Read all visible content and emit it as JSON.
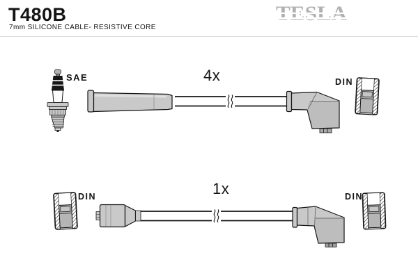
{
  "header": {
    "part_number": "T480B",
    "subtitle": "7mm SILICONE CABLE- RESISTIVE CORE",
    "brand": "TESLA"
  },
  "diagram": {
    "top_row": {
      "plug_type_label": "SAE",
      "quantity": "4x",
      "terminal_label_right": "DIN"
    },
    "bottom_row": {
      "terminal_label_left": "DIN",
      "quantity": "1x",
      "terminal_label_right": "DIN"
    }
  },
  "icons": {
    "spark_plug": "spark-plug side view",
    "straight_boot": "straight cable boot",
    "tapered_boot": "tapered cable boot",
    "angled_boot": "right-angle distributor boot",
    "din_terminal": "DIN terminal cross-section (hatched)",
    "cable_break": "cable length break squiggle"
  },
  "colors": {
    "boot_gray": "#c9c9c9",
    "boot_gray_dark": "#bdbdbd",
    "metal_gray": "#b5b5b5",
    "brand_gray": "#b3b0b0",
    "outline": "#141414",
    "divider": "#dcdcdc"
  }
}
